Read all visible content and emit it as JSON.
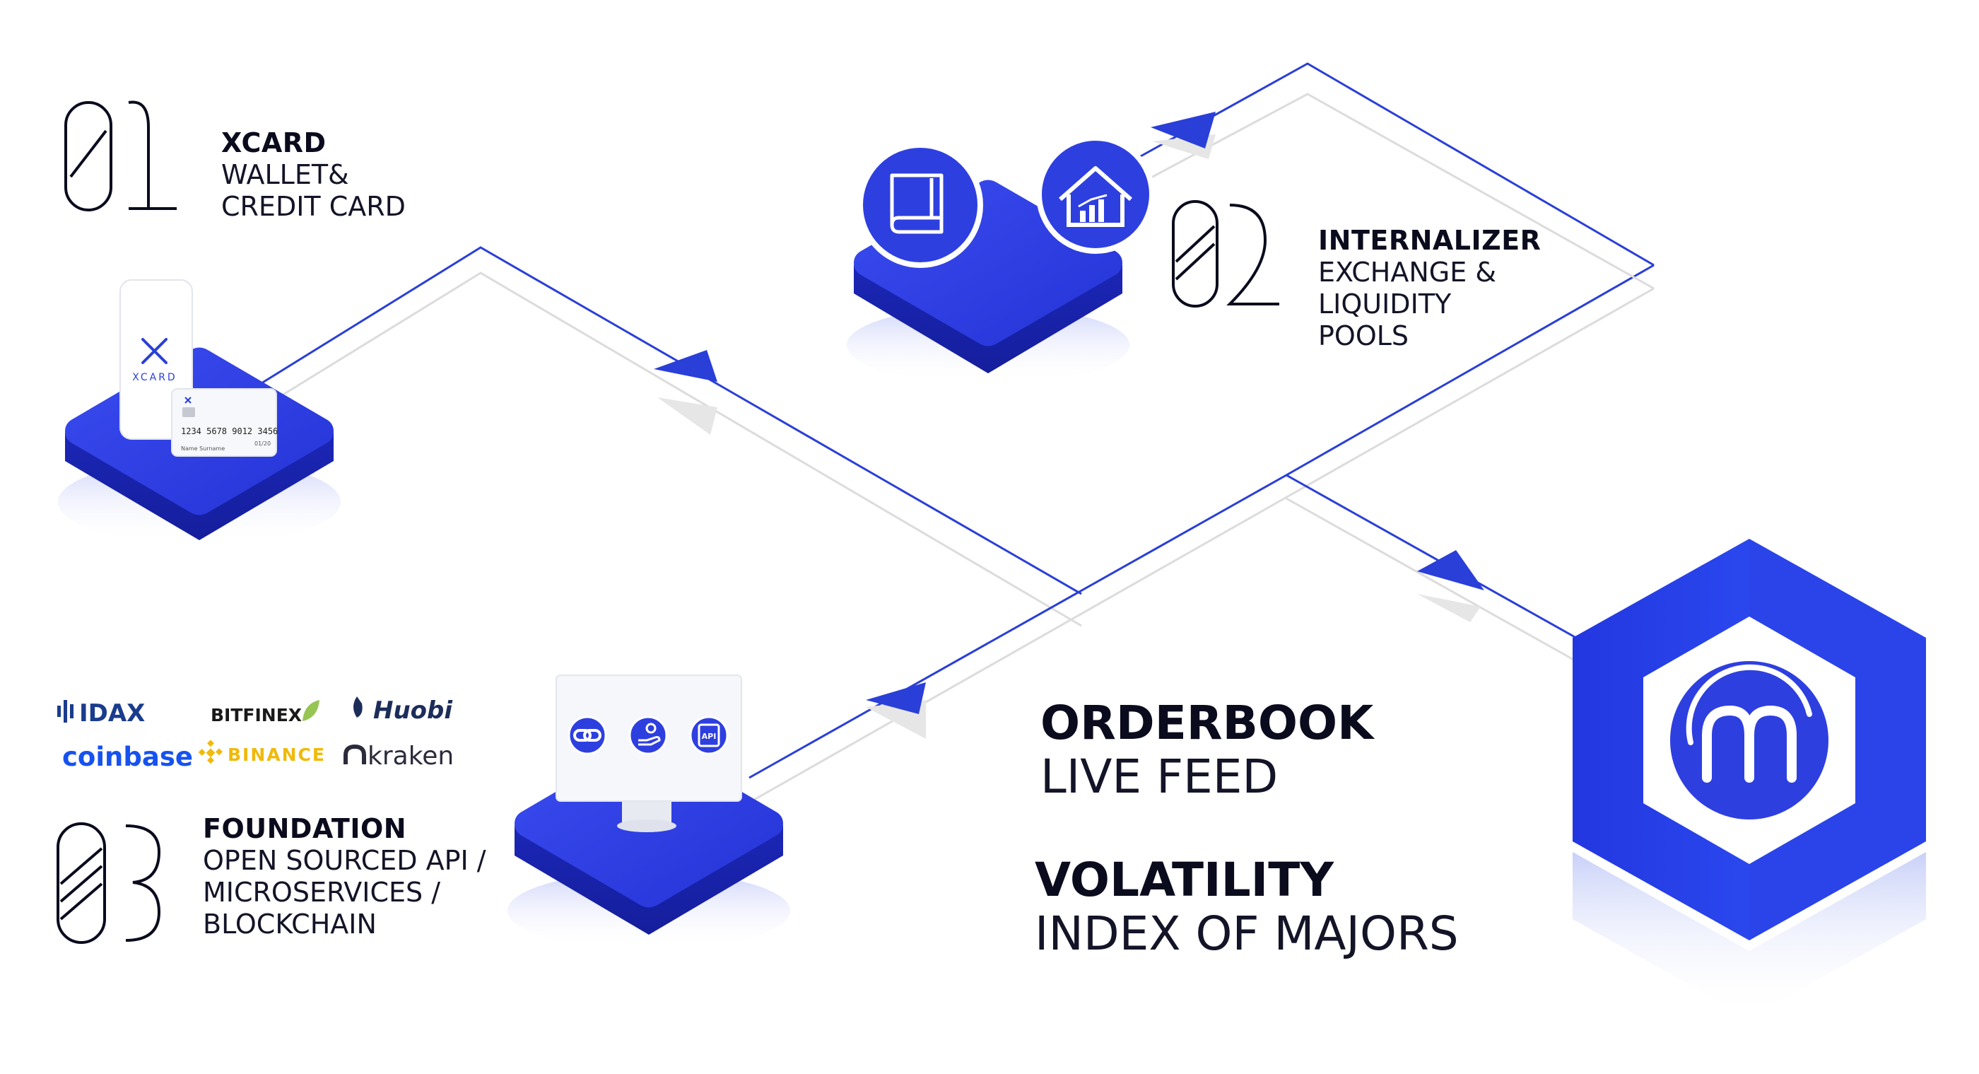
{
  "steps": [
    {
      "number": "01",
      "title": "XCARD",
      "lines": [
        "WALLET&",
        "CREDIT CARD"
      ]
    },
    {
      "number": "02",
      "title": "INTERNALIZER",
      "lines": [
        "EXCHANGE &",
        "LIQUIDITY",
        "POOLS"
      ]
    },
    {
      "number": "03",
      "title": "FOUNDATION",
      "lines": [
        "OPEN SOURCED API /",
        "MICROSERVICES /",
        "BLOCKCHAIN"
      ]
    }
  ],
  "features": [
    {
      "title": "ORDERBOOK",
      "subtitle": "LIVE FEED"
    },
    {
      "title": "VOLATILITY",
      "subtitle": "INDEX OF MAJORS"
    }
  ],
  "phone": {
    "brand": "XCARD"
  },
  "credit_card": {
    "number": "1234 5678 9012 3456",
    "name": "Name Surname",
    "expiry": "01/20"
  },
  "monitor": {
    "api_label": "API"
  },
  "exchanges": [
    {
      "name": "IDAX",
      "color": "#1a3c8e"
    },
    {
      "name": "BITFINEX",
      "color": "#1a1a1a"
    },
    {
      "name": "Huobi",
      "color": "#1c2d5a"
    },
    {
      "name": "coinbase",
      "color": "#1652f0"
    },
    {
      "name": "BINANCE",
      "color": "#f0b90b"
    },
    {
      "name": "kraken",
      "color": "#2b2b3b"
    }
  ],
  "icons": [
    "book-icon",
    "house-chart-icon",
    "chain-link-icon",
    "hand-coin-icon",
    "api-chip-icon",
    "brand-m-icon",
    "x-logo-icon"
  ],
  "colors": {
    "brand_blue": "#2e3fe0",
    "brand_blue_dark": "#1a22b5",
    "line_blue": "#2a3fd8",
    "line_gray": "#d9d9d9",
    "text": "#0b0b1e"
  }
}
